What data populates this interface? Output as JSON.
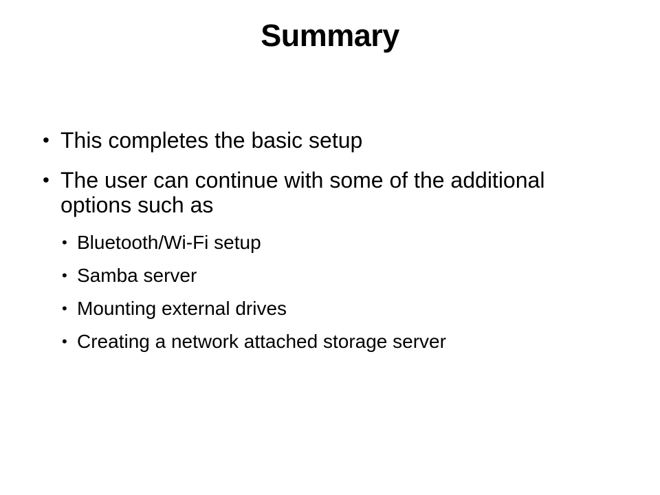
{
  "slide": {
    "title": "Summary",
    "bullet_char": "•",
    "bullets": [
      {
        "text": "This completes the basic setup"
      },
      {
        "text": "The user can continue with some of the additional\noptions such as",
        "sub": [
          "Bluetooth/Wi-Fi setup",
          "Samba server",
          "Mounting external drives",
          "Creating a network attached storage server"
        ]
      }
    ]
  }
}
